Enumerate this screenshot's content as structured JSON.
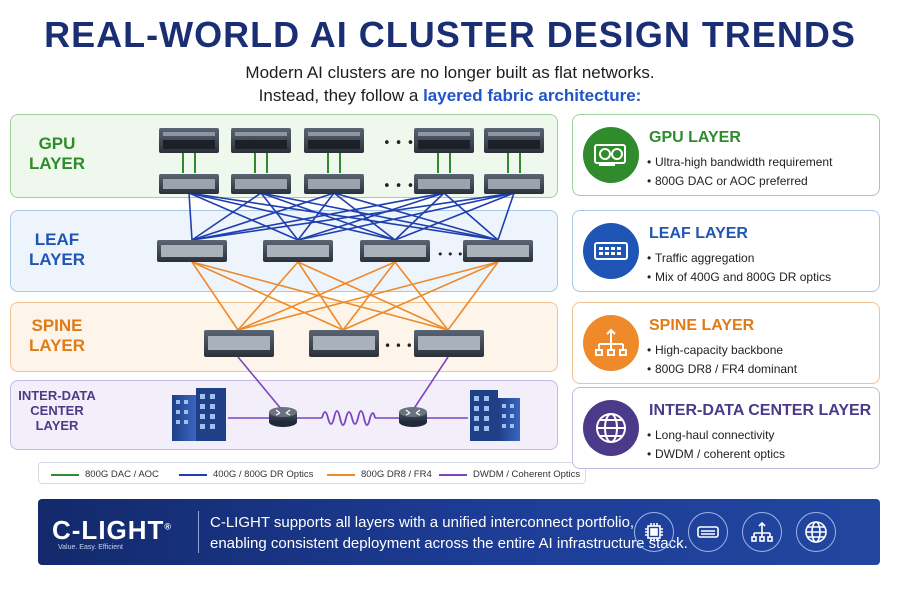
{
  "header": {
    "title": "REAL-WORLD AI CLUSTER DESIGN TRENDS",
    "sub_line1": "Modern AI clusters are no longer built as flat networks.",
    "sub_line2_prefix": "Instead, they follow a ",
    "sub_line2_highlight": "layered fabric architecture:"
  },
  "layers": {
    "gpu": {
      "label_line1": "GPU",
      "label_line2": "LAYER"
    },
    "leaf": {
      "label_line1": "LEAF",
      "label_line2": "LAYER"
    },
    "spine": {
      "label_line1": "SPINE",
      "label_line2": "LAYER"
    },
    "dci": {
      "label_line1": "INTER-DATA",
      "label_line2": "CENTER",
      "label_line3": "LAYER"
    }
  },
  "ellipsis": "• • •",
  "legend": [
    {
      "label": "800G DAC / AOC",
      "color": "#2e8b2e"
    },
    {
      "label": "400G / 800G DR Optics",
      "color": "#1f3fae"
    },
    {
      "label": "800G DR8 / FR4",
      "color": "#ee8a2a"
    },
    {
      "label": "DWDM / Coherent Optics",
      "color": "#7b45c2"
    }
  ],
  "cards": {
    "gpu": {
      "title": "GPU LAYER",
      "b1": "Ultra-high bandwidth requirement",
      "b2": "800G DAC or AOC preferred",
      "color": "#2f8b2c",
      "icon": "gpu-card-icon"
    },
    "leaf": {
      "title": "LEAF LAYER",
      "b1": "Traffic aggregation",
      "b2": "Mix of 400G and 800G DR optics",
      "color": "#1f55b5",
      "icon": "switch-icon"
    },
    "spine": {
      "title": "SPINE LAYER",
      "b1": "High-capacity backbone",
      "b2": "800G DR8 / FR4 dominant",
      "color": "#e07b16",
      "icon": "network-tree-icon"
    },
    "dci": {
      "title": "INTER-DATA CENTER LAYER",
      "b1": "Long-haul connectivity",
      "b2": "DWDM / coherent optics",
      "color": "#4b3a8a",
      "icon": "globe-icon"
    }
  },
  "footer": {
    "logo": "C-LIGHT",
    "registered": "®",
    "tagline": "Value. Easy. Efficient",
    "line1": "C-LIGHT supports all layers with a unified interconnect portfolio,",
    "line2": "enabling consistent deployment across the entire AI infrastructure stack.",
    "icons": [
      "chip-icon",
      "transceiver-icon",
      "network-tree-icon",
      "globe-icon"
    ]
  }
}
